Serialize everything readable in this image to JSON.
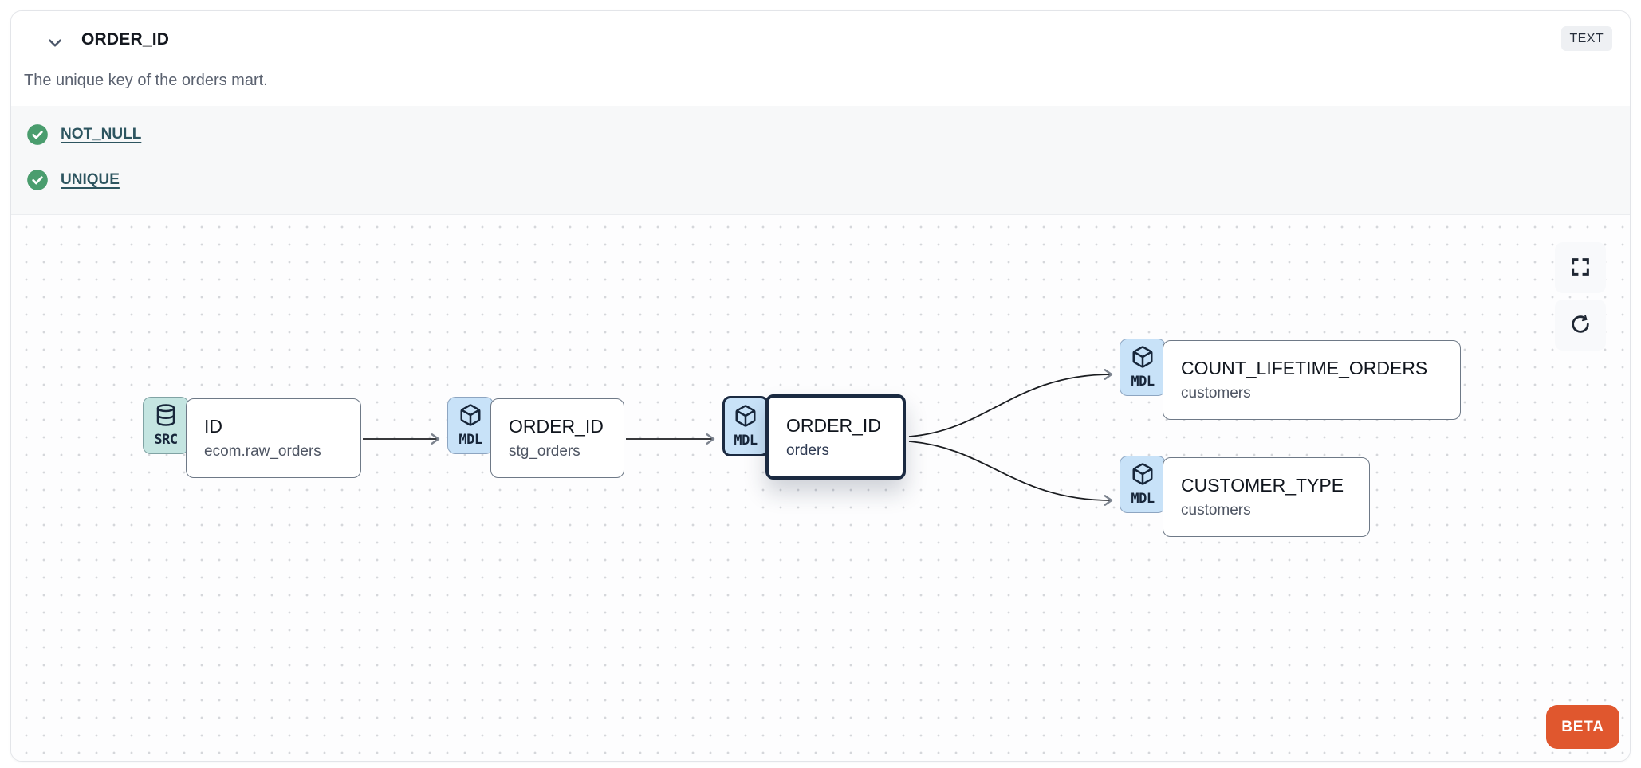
{
  "header": {
    "title": "ORDER_ID",
    "type_badge": "TEXT",
    "description": "The unique key of the orders mart."
  },
  "tests": [
    {
      "label": "NOT_NULL",
      "status": "passed"
    },
    {
      "label": "UNIQUE",
      "status": "passed"
    }
  ],
  "lineage": {
    "nodes": [
      {
        "kind": "SRC",
        "title": "ID",
        "subtitle": "ecom.raw_orders",
        "selected": false
      },
      {
        "kind": "MDL",
        "title": "ORDER_ID",
        "subtitle": "stg_orders",
        "selected": false
      },
      {
        "kind": "MDL",
        "title": "ORDER_ID",
        "subtitle": "orders",
        "selected": true
      },
      {
        "kind": "MDL",
        "title": "COUNT_LIFETIME_ORDERS",
        "subtitle": "customers",
        "selected": false
      },
      {
        "kind": "MDL",
        "title": "CUSTOMER_TYPE",
        "subtitle": "customers",
        "selected": false
      }
    ],
    "edges": [
      {
        "from": 0,
        "to": 1
      },
      {
        "from": 1,
        "to": 2
      },
      {
        "from": 2,
        "to": 3
      },
      {
        "from": 2,
        "to": 4
      }
    ],
    "beta_label": "BETA"
  },
  "icons": {
    "chevron": "chevron-down-icon",
    "check": "check-circle-icon",
    "source": "database-icon",
    "model": "cube-icon",
    "fullscreen": "maximize-icon",
    "refresh": "refresh-icon"
  },
  "colors": {
    "src_badge_bg": "#c4e5e1",
    "mdl_badge_bg": "#c8e2f8",
    "check_green": "#4a9d6e",
    "test_link": "#2d5560",
    "selected_border": "#1b2a41",
    "beta_orange": "#e0572e",
    "tests_band_bg": "#f7f8f9"
  }
}
